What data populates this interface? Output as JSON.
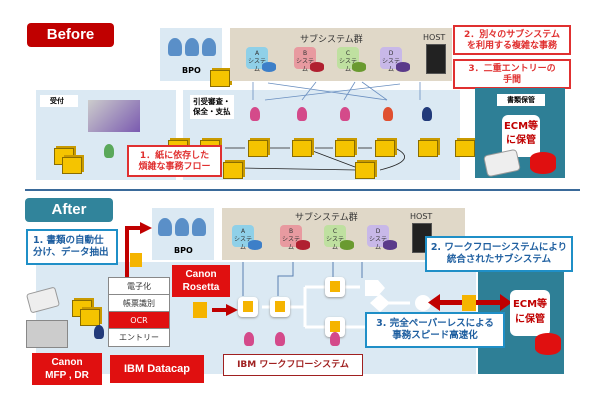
{
  "before": {
    "tag": "Before",
    "bpo_label": "BPO",
    "subsystem_group_title": "サブシステム群",
    "host_label": "HOST",
    "systems": [
      {
        "letter": "A",
        "label": "システム",
        "color": "#8fd0e8",
        "db_color": "#3d7fc8"
      },
      {
        "letter": "B",
        "label": "システム",
        "color": "#e89aa0",
        "db_color": "#b02030"
      },
      {
        "letter": "C",
        "label": "システム",
        "color": "#bfe0a0",
        "db_color": "#6a9a30"
      },
      {
        "letter": "D",
        "label": "システム",
        "color": "#c8b8e8",
        "db_color": "#5a3a8a"
      }
    ],
    "reception_label": "受付",
    "review_label_line1": "引受審査・",
    "review_label_line2": "保全・支払",
    "storage_label": "書類保管",
    "ecm_line1": "ECM等",
    "ecm_line2": "に保管",
    "callout1_line1": "1．紙に依存した",
    "callout1_line2": "煩雑な事務フロー",
    "callout2_line1": "2．別々のサブシステム",
    "callout2_line2": "を利用する複雑な事務",
    "callout3_line1": "3．二重エントリーの",
    "callout3_line2": "手間"
  },
  "after": {
    "tag": "After",
    "bpo_label": "BPO",
    "subsystem_group_title": "サブシステム群",
    "host_label": "HOST",
    "systems": [
      {
        "letter": "A",
        "label": "システム"
      },
      {
        "letter": "B",
        "label": "システム"
      },
      {
        "letter": "C",
        "label": "システム"
      },
      {
        "letter": "D",
        "label": "システム"
      }
    ],
    "callout1_line1": "1. 書類の自動仕",
    "callout1_line2": "分け、データ抽出",
    "callout2_line1": "2. ワークフローシステムにより",
    "callout2_line2": "統合されたサブシステム",
    "callout3_line1": "3. 完全ペーパーレスによる",
    "callout3_line2": "事務スピード高速化",
    "capture_steps": [
      "電子化",
      "帳票識別",
      "OCR",
      "エントリー"
    ],
    "highlight_step": "OCR",
    "canon_rosetta_line1": "Canon",
    "canon_rosetta_line2": "Rosetta",
    "canon_mfp_line1": "Canon",
    "canon_mfp_line2": "MFP , DR",
    "ibm_datacap": "IBM Datacap",
    "ibm_workflow": "IBM ワークフローシステム",
    "ecm_line1": "ECM等",
    "ecm_line2": "に保管"
  },
  "colors": {
    "before_tag": "#c00000",
    "after_tag": "#31849b",
    "panel_light_blue": "#dbe9f3",
    "subsystem_bg": "#e0d8c8",
    "storage_teal": "#2e7f96",
    "alert_red": "#e03030",
    "callout_blue": "#1f8fc7",
    "document_yellow": "#f5c400"
  }
}
